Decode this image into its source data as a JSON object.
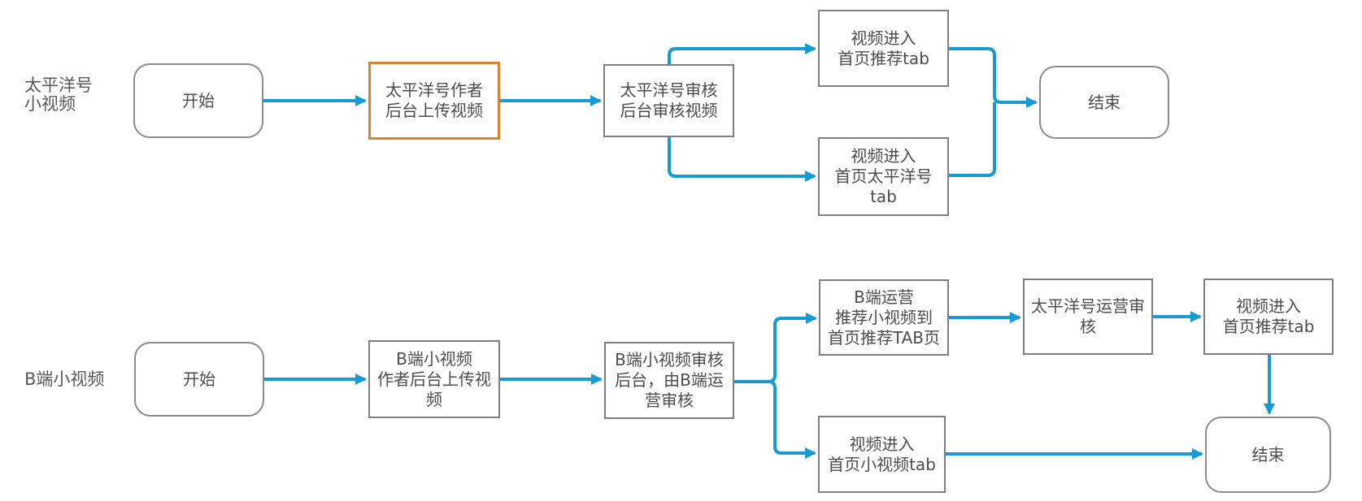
{
  "lanes": {
    "pacific": {
      "label": "太平洋号\n小视频"
    },
    "b_side": {
      "label": "B端小视频"
    }
  },
  "nodes": {
    "pacific_start": {
      "label": "开始",
      "shape": "terminator"
    },
    "pacific_upload": {
      "label": "太平洋号作者\n后台上传视频",
      "shape": "process",
      "highlighted": true
    },
    "pacific_review": {
      "label": "太平洋号审核\n后台审核视频",
      "shape": "process"
    },
    "pacific_home_recommend_tab": {
      "label": "视频进入\n首页推荐tab",
      "shape": "process"
    },
    "pacific_home_pacific_tab": {
      "label": "视频进入\n首页太平洋号\ntab",
      "shape": "process"
    },
    "pacific_end": {
      "label": "结束",
      "shape": "terminator"
    },
    "b_start": {
      "label": "开始",
      "shape": "terminator"
    },
    "b_upload": {
      "label": "B端小视频\n作者后台上传视\n频",
      "shape": "process"
    },
    "b_review": {
      "label": "B端小视频审核\n后台，由B端运\n营审核",
      "shape": "process"
    },
    "b_ops_recommend": {
      "label": "B端运营\n推荐小视频到\n首页推荐TAB页",
      "shape": "process"
    },
    "pacific_ops_review": {
      "label": "太平洋号运营审\n核",
      "shape": "process"
    },
    "b_home_recommend_tab": {
      "label": "视频进入\n首页推荐tab",
      "shape": "process"
    },
    "b_home_video_tab": {
      "label": "视频进入\n首页小视频tab",
      "shape": "process"
    },
    "b_end": {
      "label": "结束",
      "shape": "terminator"
    }
  },
  "colors": {
    "connector": "#169BD5",
    "highlight_border": "#D9822F",
    "process_border": "#7F7F7F",
    "terminator_border": "#8C8C8C",
    "text": "#4D4D4D",
    "lane_label_text": "#595959",
    "background": "#FFFFFF"
  }
}
